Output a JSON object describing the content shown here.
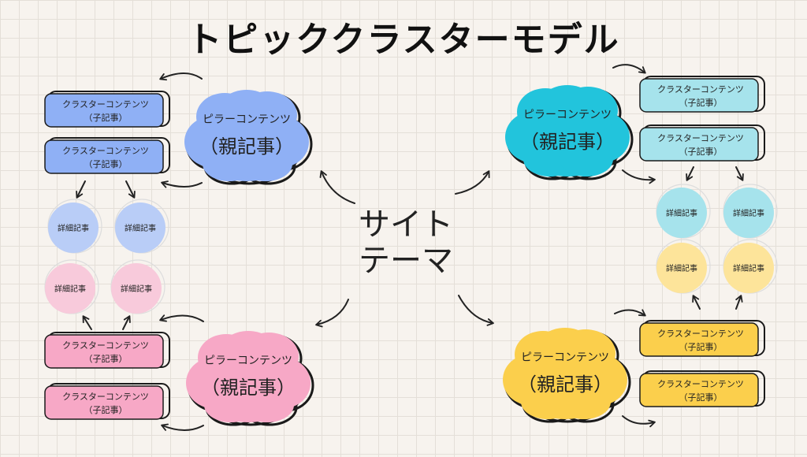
{
  "title": "トピッククラスターモデル",
  "center": {
    "line1": "サイト",
    "line2": "テーマ"
  },
  "pillar": {
    "line1": "ピラーコンテンツ",
    "line2": "（親記事）"
  },
  "cluster": {
    "line1": "クラスターコンテンツ",
    "line2": "（子記事）"
  },
  "detail_label": "詳細記事",
  "colors": {
    "blue": "#8fb0f5",
    "blue_light": "#b9cdf7",
    "cyan": "#22c4dc",
    "cyan_light": "#a6e3ec",
    "pink": "#f7a8c6",
    "pink_light": "#f8cadb",
    "yellow": "#fbcf4c",
    "yellow_light": "#fde49a",
    "outline": "#1a1a1a",
    "background": "#f7f3ee"
  }
}
